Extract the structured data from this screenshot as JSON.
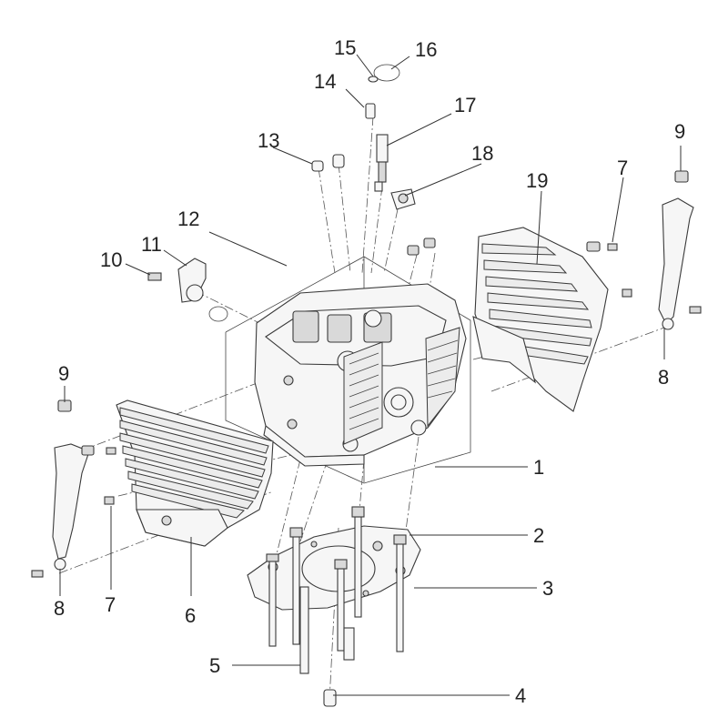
{
  "callouts": [
    {
      "id": "1",
      "text": "1"
    },
    {
      "id": "2",
      "text": "2"
    },
    {
      "id": "3",
      "text": "3"
    },
    {
      "id": "4",
      "text": "4"
    },
    {
      "id": "5",
      "text": "5"
    },
    {
      "id": "6",
      "text": "6"
    },
    {
      "id": "7a",
      "text": "7"
    },
    {
      "id": "7b",
      "text": "7"
    },
    {
      "id": "8a",
      "text": "8"
    },
    {
      "id": "8b",
      "text": "8"
    },
    {
      "id": "9a",
      "text": "9"
    },
    {
      "id": "9b",
      "text": "9"
    },
    {
      "id": "10",
      "text": "10"
    },
    {
      "id": "11",
      "text": "11"
    },
    {
      "id": "12",
      "text": "12"
    },
    {
      "id": "13",
      "text": "13"
    },
    {
      "id": "14",
      "text": "14"
    },
    {
      "id": "15",
      "text": "15"
    },
    {
      "id": "16",
      "text": "16"
    },
    {
      "id": "17",
      "text": "17"
    },
    {
      "id": "18",
      "text": "18"
    },
    {
      "id": "19",
      "text": "19"
    }
  ],
  "colors": {
    "line": "#333333",
    "fill": "#f6f6f6",
    "background": "#ffffff"
  }
}
